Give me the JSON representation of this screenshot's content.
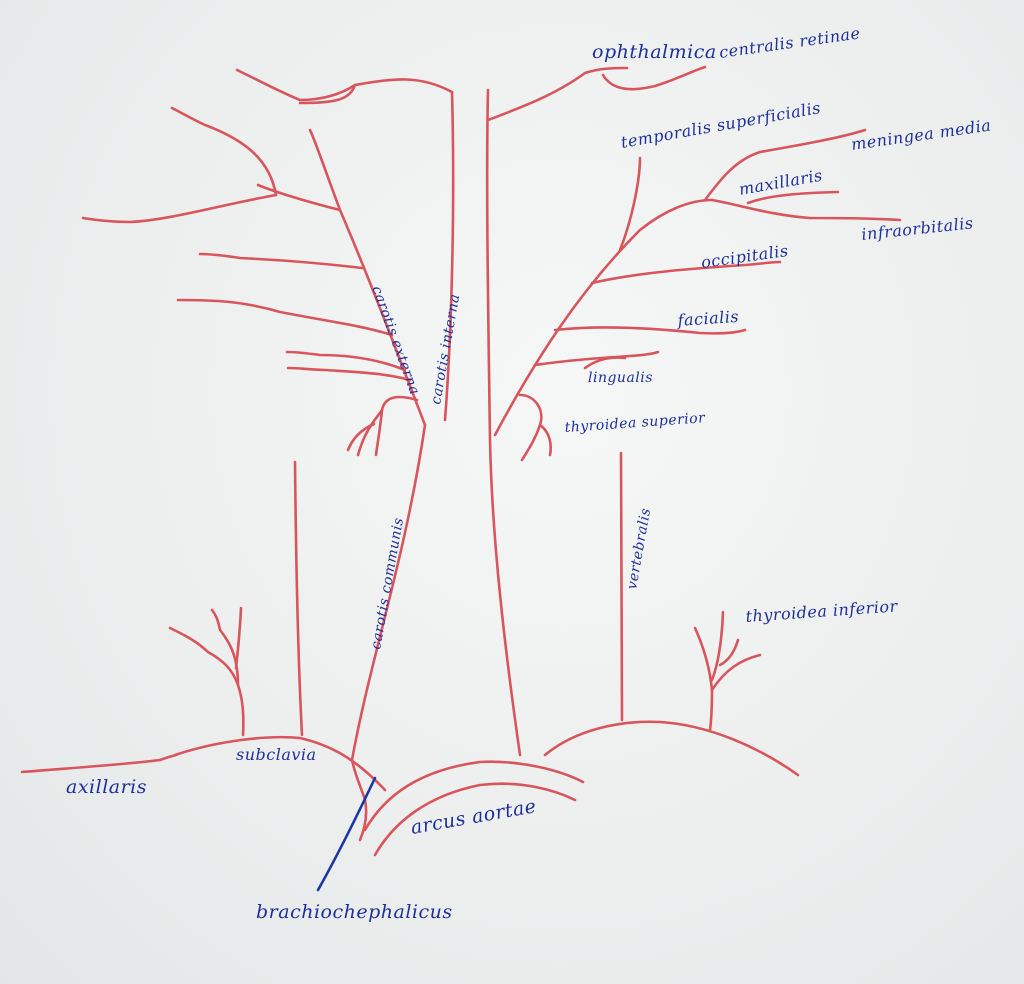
{
  "diagram": {
    "colors": {
      "artery": "#d9555c",
      "label": "#1e2f9c",
      "board": "#eef0f0"
    },
    "labels": {
      "ophthalmica": "ophthalmica",
      "centralis_retinae": "centralis retinae",
      "temporalis_superficialis": "temporalis superficialis",
      "meningea_media": "meningea media",
      "maxillaris": "maxillaris",
      "infraorbitalis": "infraorbitalis",
      "occipitalis": "occipitalis",
      "facialis": "facialis",
      "lingualis": "lingualis",
      "thyroidea_superior": "thyroidea superior",
      "carotis_externa": "carotis externa",
      "carotis_interna": "carotis interna",
      "carotis_communis": "carotis communis",
      "vertebralis": "vertebralis",
      "thyroidea_inferior": "thyroidea inferior",
      "subclavia": "subclavia",
      "axillaris": "axillaris",
      "arcus_aortae": "arcus aortae",
      "brachiocephalicus": "brachiochephalicus"
    }
  }
}
